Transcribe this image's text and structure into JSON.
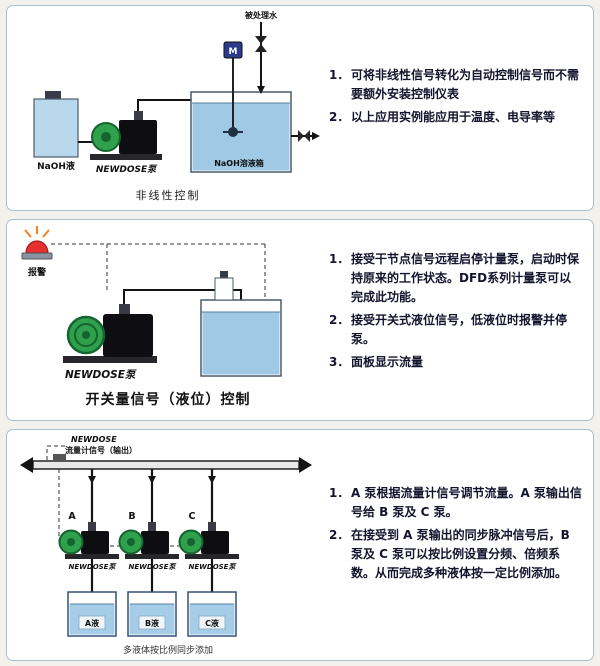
{
  "colors": {
    "panel_border": "#a9c0d2",
    "pump_green": "#2fa14c",
    "tank_blue": "#9fc9e5",
    "alarm_red": "#e63030"
  },
  "panels": [
    {
      "caption": "非线性控制",
      "labels": {
        "treated_water": "被处理水",
        "motor": "M",
        "tank_left": "NaOH液",
        "pump": "NEWDOSE泵",
        "tank_right": "NaOH溶液箱"
      },
      "notes": [
        {
          "n": "1．",
          "t": "可将非线性信号转化为自动控制信号而不需要额外安装控制仪表"
        },
        {
          "n": "2．",
          "t": "以上应用实例能应用于温度、电导率等"
        }
      ]
    },
    {
      "caption": "开关量信号（液位）控制",
      "labels": {
        "alarm": "报警",
        "pump": "NEWDOSE泵"
      },
      "notes": [
        {
          "n": "1．",
          "t": "接受干节点信号远程启停计量泵，启动时保持原来的工作状态。DFD系列计量泵可以完成此功能。"
        },
        {
          "n": "2．",
          "t": "接受开关式液位信号，低液位时报警并停泵。"
        },
        {
          "n": "3．",
          "t": "面板显示流量"
        }
      ]
    },
    {
      "caption": "多液体按比例同步添加",
      "labels": {
        "brand": "NEWDOSE",
        "flow_signal": "流量计信号（输出）",
        "pump_a": "A",
        "pump_b": "B",
        "pump_c": "C",
        "pump_name": "NEWDOSE泵",
        "tank_a": "A液",
        "tank_b": "B液",
        "tank_c": "C液"
      },
      "notes": [
        {
          "n": "1．",
          "t": "A 泵根据流量计信号调节流量。A 泵输出信号给 B 泵及 C 泵。"
        },
        {
          "n": "2．",
          "t": "在接受到 A 泵输出的同步脉冲信号后，B 泵及 C 泵可以按比例设置分频、倍频系数。从而完成多种液体按一定比例添加。"
        }
      ]
    }
  ]
}
